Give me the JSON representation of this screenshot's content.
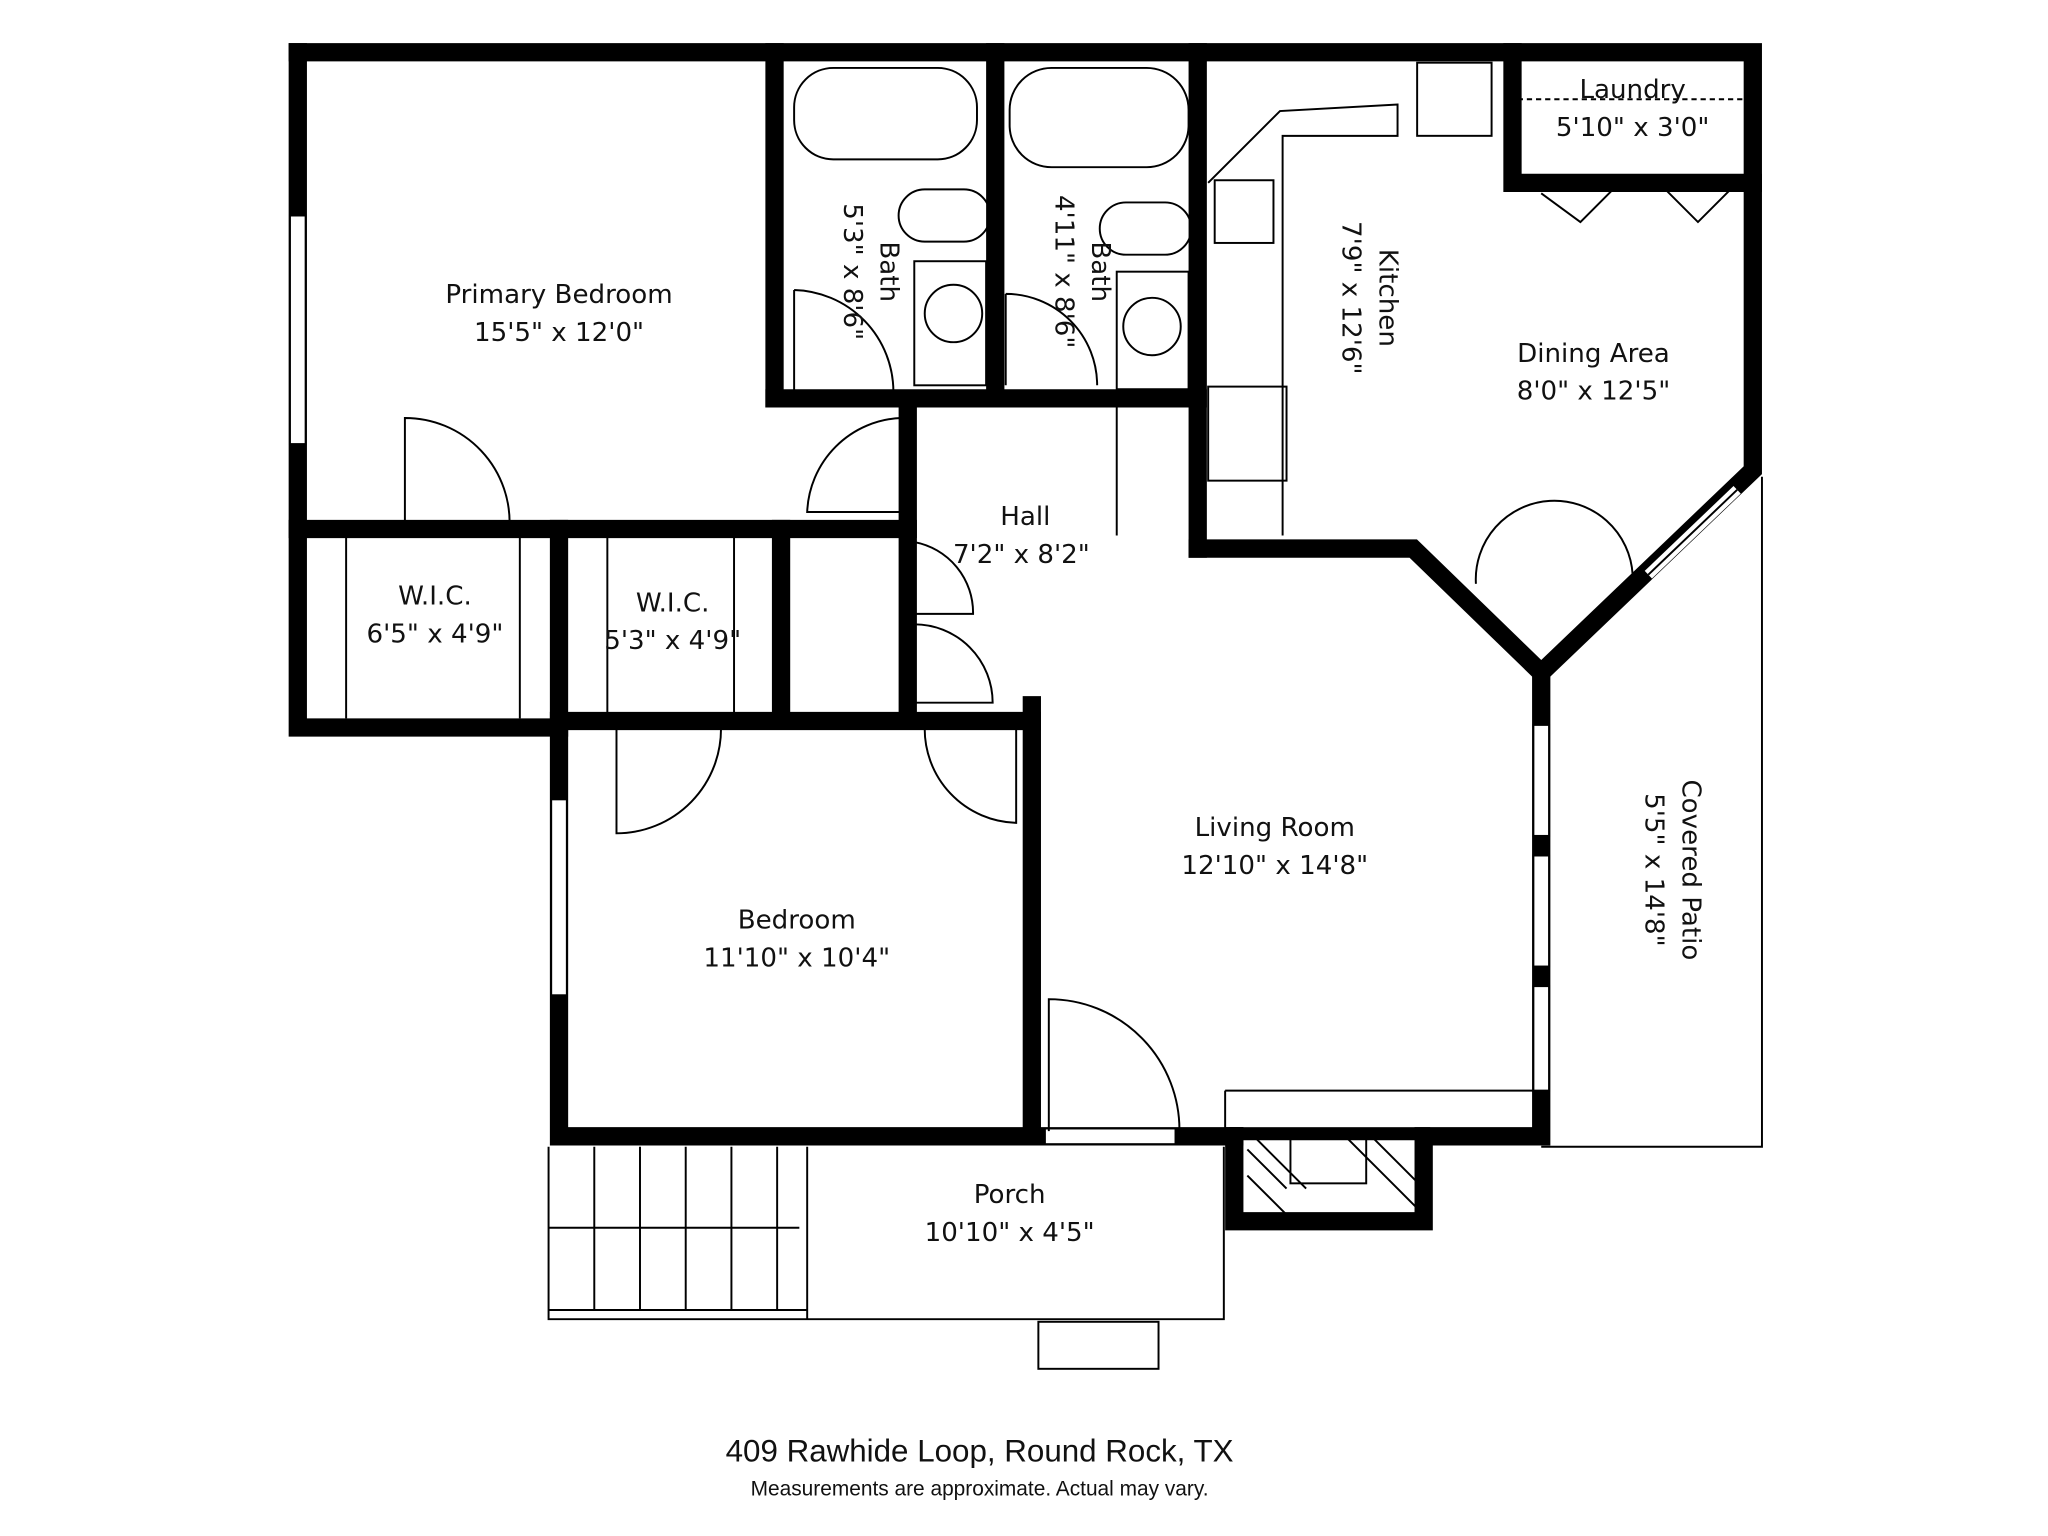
{
  "rooms": [
    {
      "name": "Primary Bedroom",
      "size": "15'5\" x 12'0\""
    },
    {
      "name": "Bath",
      "size": "5'3\" x 8'6\""
    },
    {
      "name": "Bath",
      "size": "4'11\" x 8'6\""
    },
    {
      "name": "Kitchen",
      "size": "7'9\" x 12'6\""
    },
    {
      "name": "Laundry",
      "size": "5'10\" x 3'0\""
    },
    {
      "name": "Dining Area",
      "size": "8'0\" x 12'5\""
    },
    {
      "name": "Hall",
      "size": "7'2\" x 8'2\""
    },
    {
      "name": "W.I.C.",
      "size": "6'5\" x 4'9\""
    },
    {
      "name": "W.I.C.",
      "size": "5'3\" x 4'9\""
    },
    {
      "name": "Living Room",
      "size": "12'10\" x 14'8\""
    },
    {
      "name": "Bedroom",
      "size": "11'10\" x 10'4\""
    },
    {
      "name": "Covered Patio",
      "size": "5'5\" x 14'8\""
    },
    {
      "name": "Porch",
      "size": "10'10\" x 4'5\""
    }
  ],
  "footer": {
    "address": "409 Rawhide Loop, Round Rock, TX",
    "disclaimer": "Measurements are approximate.  Actual may vary."
  }
}
